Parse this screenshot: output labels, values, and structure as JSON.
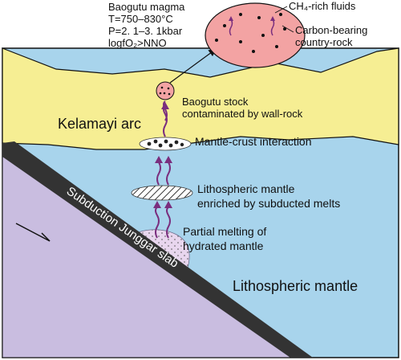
{
  "magma_params": {
    "name": "Baogutu magma",
    "temperature": "T=750–830°C",
    "pressure": "P=2. 1–3. 1kbar",
    "oxygen_fugacity": "logfO₂>NNO"
  },
  "inset_labels": {
    "fluids": "CH₄-rich fluids",
    "country_rock_line1": "Carbon-bearing",
    "country_rock_line2": "country-rock"
  },
  "labels": {
    "arc": "Kelamayi arc",
    "stock_line1": "Baogutu stock",
    "stock_line2": "contaminated by wall-rock",
    "interaction": "Mantle-crust interaction",
    "enriched_line1": "Lithospheric mantle",
    "enriched_line2": "enriched by subducted melts",
    "melting_line1": "Partial melting of",
    "melting_line2": "hydrated mantle",
    "slab": "Subduction Junggar slab",
    "mantle": "Lithospheric mantle"
  },
  "colors": {
    "mantle": "#a8d4ec",
    "arc": "#f6ee93",
    "slab_body": "#c9bde0",
    "slab_edge": "#333333",
    "inset": "#f3a3a3",
    "arrow_purple": "#7a2e7e",
    "melt_zone": "#e8d6ee"
  }
}
